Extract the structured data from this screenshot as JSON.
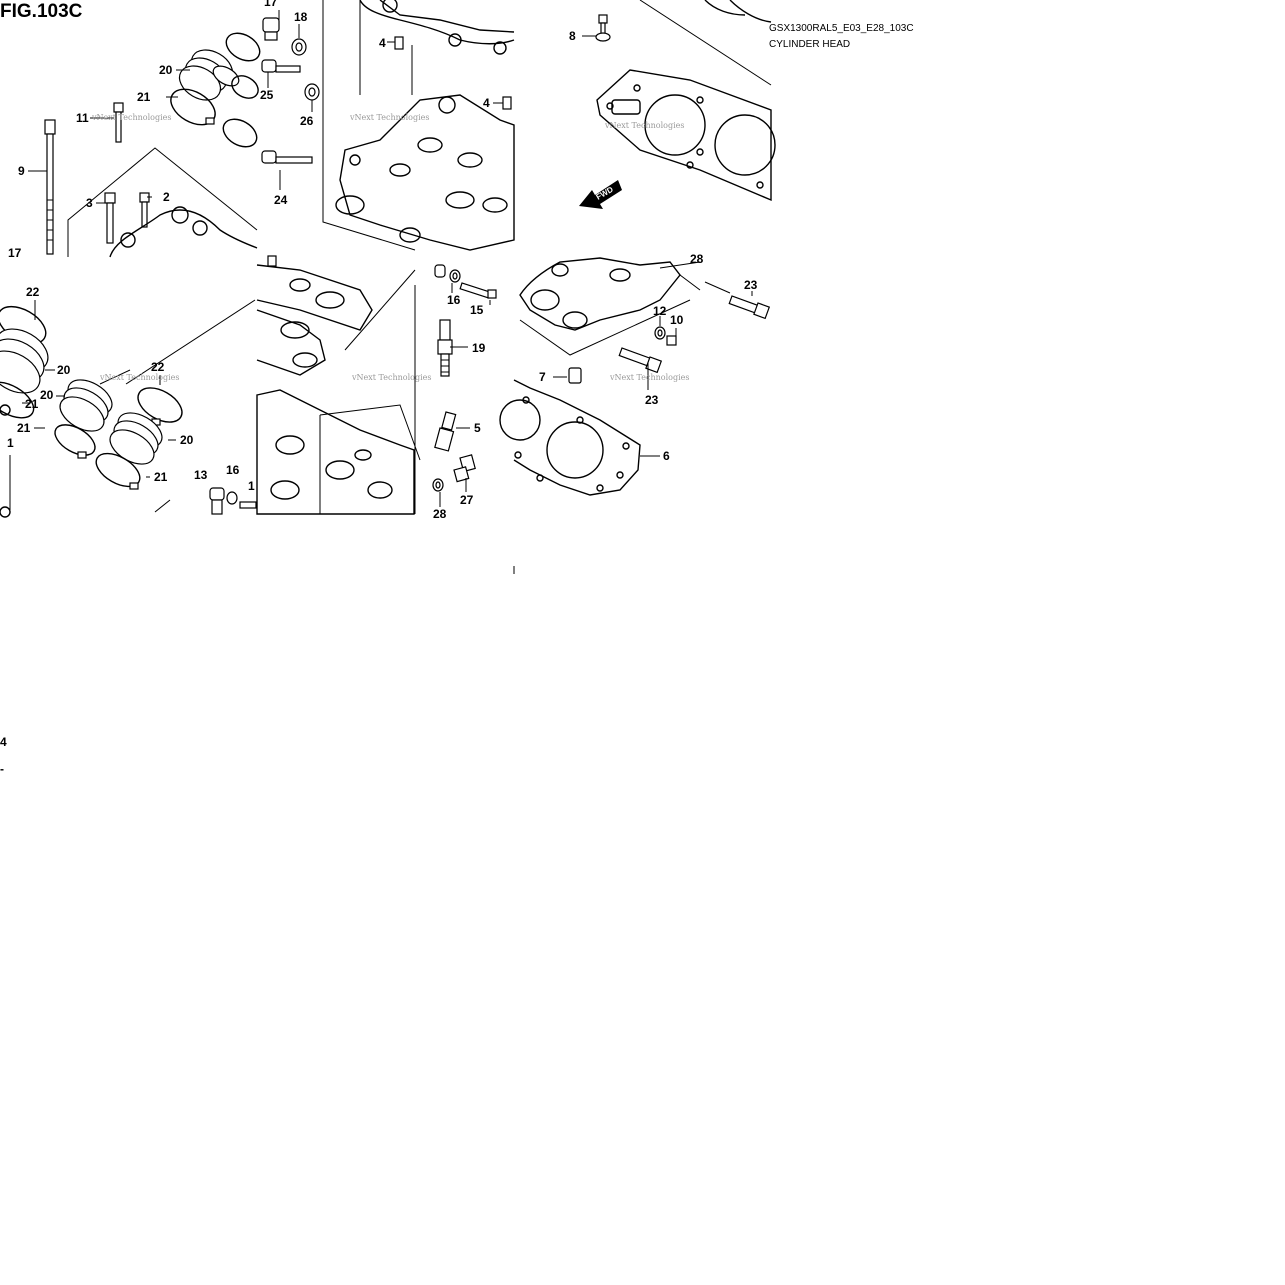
{
  "figure_label": "FIG.103C",
  "drawing_code": "GSX1300RAL5_E03_E28_103C",
  "drawing_title": "CYLINDER HEAD",
  "fwd_marker": "FWD",
  "watermark": "vNext Technologies",
  "stray_marks": [
    "4",
    "-"
  ],
  "callouts": {
    "tile_a": [
      {
        "id": "a20",
        "text": "20"
      },
      {
        "id": "a21",
        "text": "21"
      },
      {
        "id": "a11",
        "text": "11"
      },
      {
        "id": "a9",
        "text": "9"
      },
      {
        "id": "a3",
        "text": "3"
      },
      {
        "id": "a2",
        "text": "2"
      },
      {
        "id": "a17",
        "text": "17"
      }
    ],
    "tile_b": [
      {
        "id": "b17",
        "text": "17"
      },
      {
        "id": "b18",
        "text": "18"
      },
      {
        "id": "b4a",
        "text": "4"
      },
      {
        "id": "b25",
        "text": "25"
      },
      {
        "id": "b4b",
        "text": "4"
      },
      {
        "id": "b26",
        "text": "26"
      },
      {
        "id": "b24",
        "text": "24"
      }
    ],
    "tile_c": [
      {
        "id": "c8",
        "text": "8"
      }
    ],
    "tile_d": [
      {
        "id": "d22",
        "text": "22"
      },
      {
        "id": "d20",
        "text": "20"
      },
      {
        "id": "d21",
        "text": "21"
      },
      {
        "id": "d22b",
        "text": "22"
      },
      {
        "id": "d20b",
        "text": "20"
      },
      {
        "id": "d21b",
        "text": "21"
      },
      {
        "id": "d20c",
        "text": "20"
      },
      {
        "id": "d21c",
        "text": "21"
      },
      {
        "id": "d21d",
        "text": "21"
      },
      {
        "id": "d1",
        "text": "1"
      },
      {
        "id": "d13",
        "text": "13"
      },
      {
        "id": "d16",
        "text": "16"
      },
      {
        "id": "d1x",
        "text": "1"
      }
    ],
    "tile_e": [
      {
        "id": "e16",
        "text": "16"
      },
      {
        "id": "e15",
        "text": "15"
      },
      {
        "id": "e19",
        "text": "19"
      },
      {
        "id": "e5",
        "text": "5"
      },
      {
        "id": "e27",
        "text": "27"
      },
      {
        "id": "e28",
        "text": "28"
      }
    ],
    "tile_f": [
      {
        "id": "f28",
        "text": "28"
      },
      {
        "id": "f23",
        "text": "23"
      },
      {
        "id": "f12",
        "text": "12"
      },
      {
        "id": "f10",
        "text": "10"
      },
      {
        "id": "f7",
        "text": "7"
      },
      {
        "id": "f23b",
        "text": "23"
      },
      {
        "id": "f6",
        "text": "6"
      }
    ]
  }
}
